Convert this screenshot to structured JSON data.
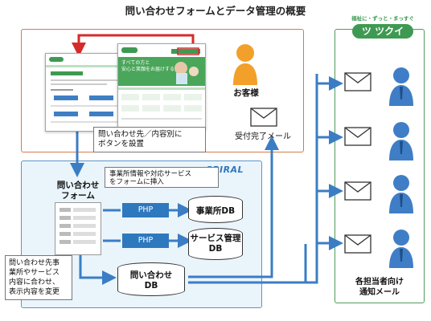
{
  "title": "問い合わせフォームとデータ管理の概要",
  "customer": {
    "label": "お客様"
  },
  "top_callout": {
    "line1": "問い合わせ先／内容別に",
    "line2": "ボタンを設置"
  },
  "receipt_mail": {
    "label": "受付完了メール"
  },
  "spiral": {
    "logo": "SPIRAL"
  },
  "form_label": {
    "line1": "問い合わせ",
    "line2": "フォーム"
  },
  "insert_callout": {
    "line1": "事業所情報や対応サービス",
    "line2": "をフォームに挿入"
  },
  "php1": {
    "label": "PHP"
  },
  "php2": {
    "label": "PHP"
  },
  "db_office": {
    "label": "事業所DB"
  },
  "db_service": {
    "line1": "サービス管理",
    "line2": "DB"
  },
  "db_inquiry": {
    "line1": "問い合わせ",
    "line2": "DB"
  },
  "bottom_callout": {
    "line1": "問い合わせ先事",
    "line2": "業所やサービス",
    "line3": "内容に合わせ、",
    "line4": "表示内容を変更"
  },
  "tsukui": {
    "tagline": "福祉に・ずっと・まっすぐ",
    "logo": "ツクイ"
  },
  "staff": {
    "line1": "各担当者向け",
    "line2": "通知メール"
  },
  "website": {
    "headline1": "すべての方と",
    "headline2": "安心と笑顔をお届けする"
  },
  "colors": {
    "orange_border": "#d9784c",
    "blue_border": "#5b95c9",
    "green_border": "#4f9c5b",
    "arrow_blue": "#3b7dc4",
    "arrow_red": "#d62b2b",
    "php_blue": "#2e78be",
    "person_blue": "#3f7ec6",
    "person_orange": "#f2a02a"
  }
}
